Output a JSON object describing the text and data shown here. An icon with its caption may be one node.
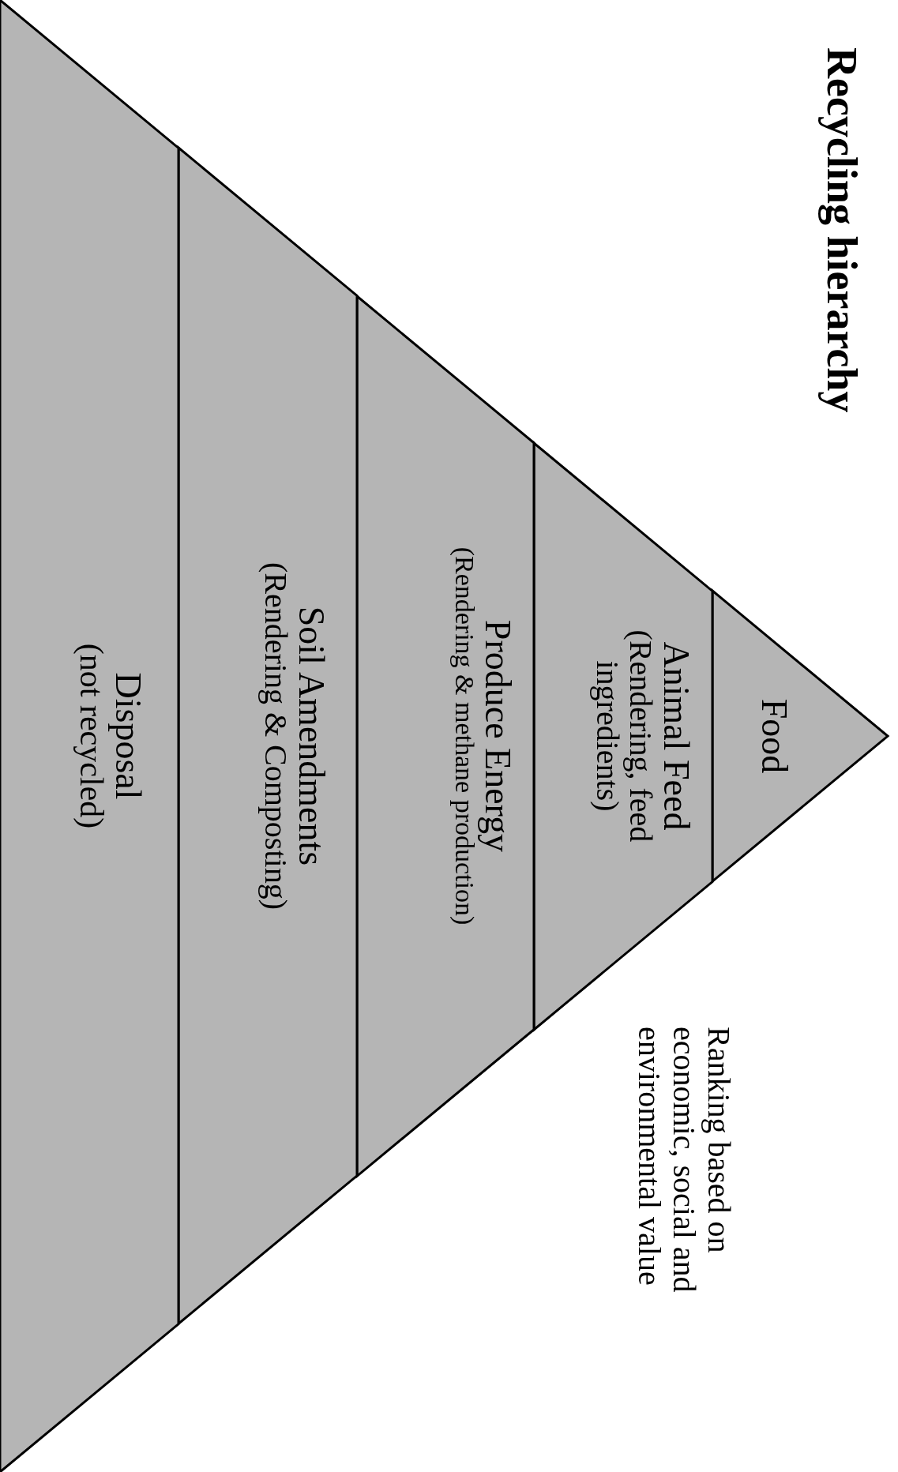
{
  "diagram": {
    "title": "Recycling hierarchy",
    "nodes": [
      {
        "text": [
          "Food"
        ]
      },
      {
        "text": [
          "Animal Feed",
          "(Rendering, feed ingredients)"
        ]
      },
      {
        "text": [
          "Produce Energy",
          "(Rendering & methane production)"
        ]
      },
      {
        "text": [
          "Soil Amendments",
          "(Rendering & Composting)"
        ]
      },
      {
        "text": [
          "Disposal",
          "(not recycled)"
        ]
      }
    ],
    "labels": [
      "Ranking based on economic, social and environmental value"
    ]
  }
}
